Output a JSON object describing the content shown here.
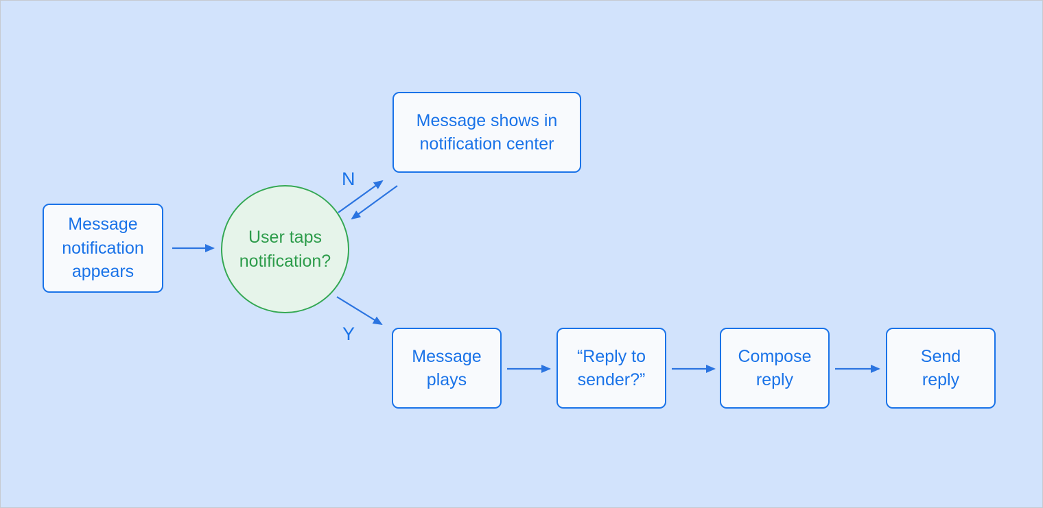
{
  "diagram": {
    "type": "flowchart",
    "nodes": {
      "start": {
        "shape": "rect",
        "label": [
          "Message",
          "notification",
          "appears"
        ]
      },
      "decision": {
        "shape": "circle",
        "label": [
          "User taps",
          "notification?"
        ]
      },
      "notification_center": {
        "shape": "rect",
        "label": [
          "Message shows in",
          "notification center"
        ]
      },
      "message_plays": {
        "shape": "rect",
        "label": [
          "Message",
          "plays"
        ]
      },
      "reply_prompt": {
        "shape": "rect",
        "label": [
          "“Reply to",
          "sender?”"
        ]
      },
      "compose_reply": {
        "shape": "rect",
        "label": [
          "Compose",
          "reply"
        ]
      },
      "send_reply": {
        "shape": "rect",
        "label": [
          "Send",
          "reply"
        ]
      }
    },
    "edges": [
      {
        "from": "start",
        "to": "decision",
        "label": ""
      },
      {
        "from": "decision",
        "to": "notification_center",
        "label": "N"
      },
      {
        "from": "notification_center",
        "to": "decision",
        "label": ""
      },
      {
        "from": "decision",
        "to": "message_plays",
        "label": "Y"
      },
      {
        "from": "message_plays",
        "to": "reply_prompt",
        "label": ""
      },
      {
        "from": "reply_prompt",
        "to": "compose_reply",
        "label": ""
      },
      {
        "from": "compose_reply",
        "to": "send_reply",
        "label": ""
      }
    ]
  },
  "colors": {
    "background": "#d2e3fc",
    "canvas_border": "#c6cad1",
    "node_fill": "#f8fafd",
    "node_border": "#1a73e8",
    "node_text": "#1a73e8",
    "decision_fill": "#e6f4ea",
    "decision_border": "#34a853",
    "decision_text": "#2d9c4b",
    "arrow": "#2b74e0"
  }
}
